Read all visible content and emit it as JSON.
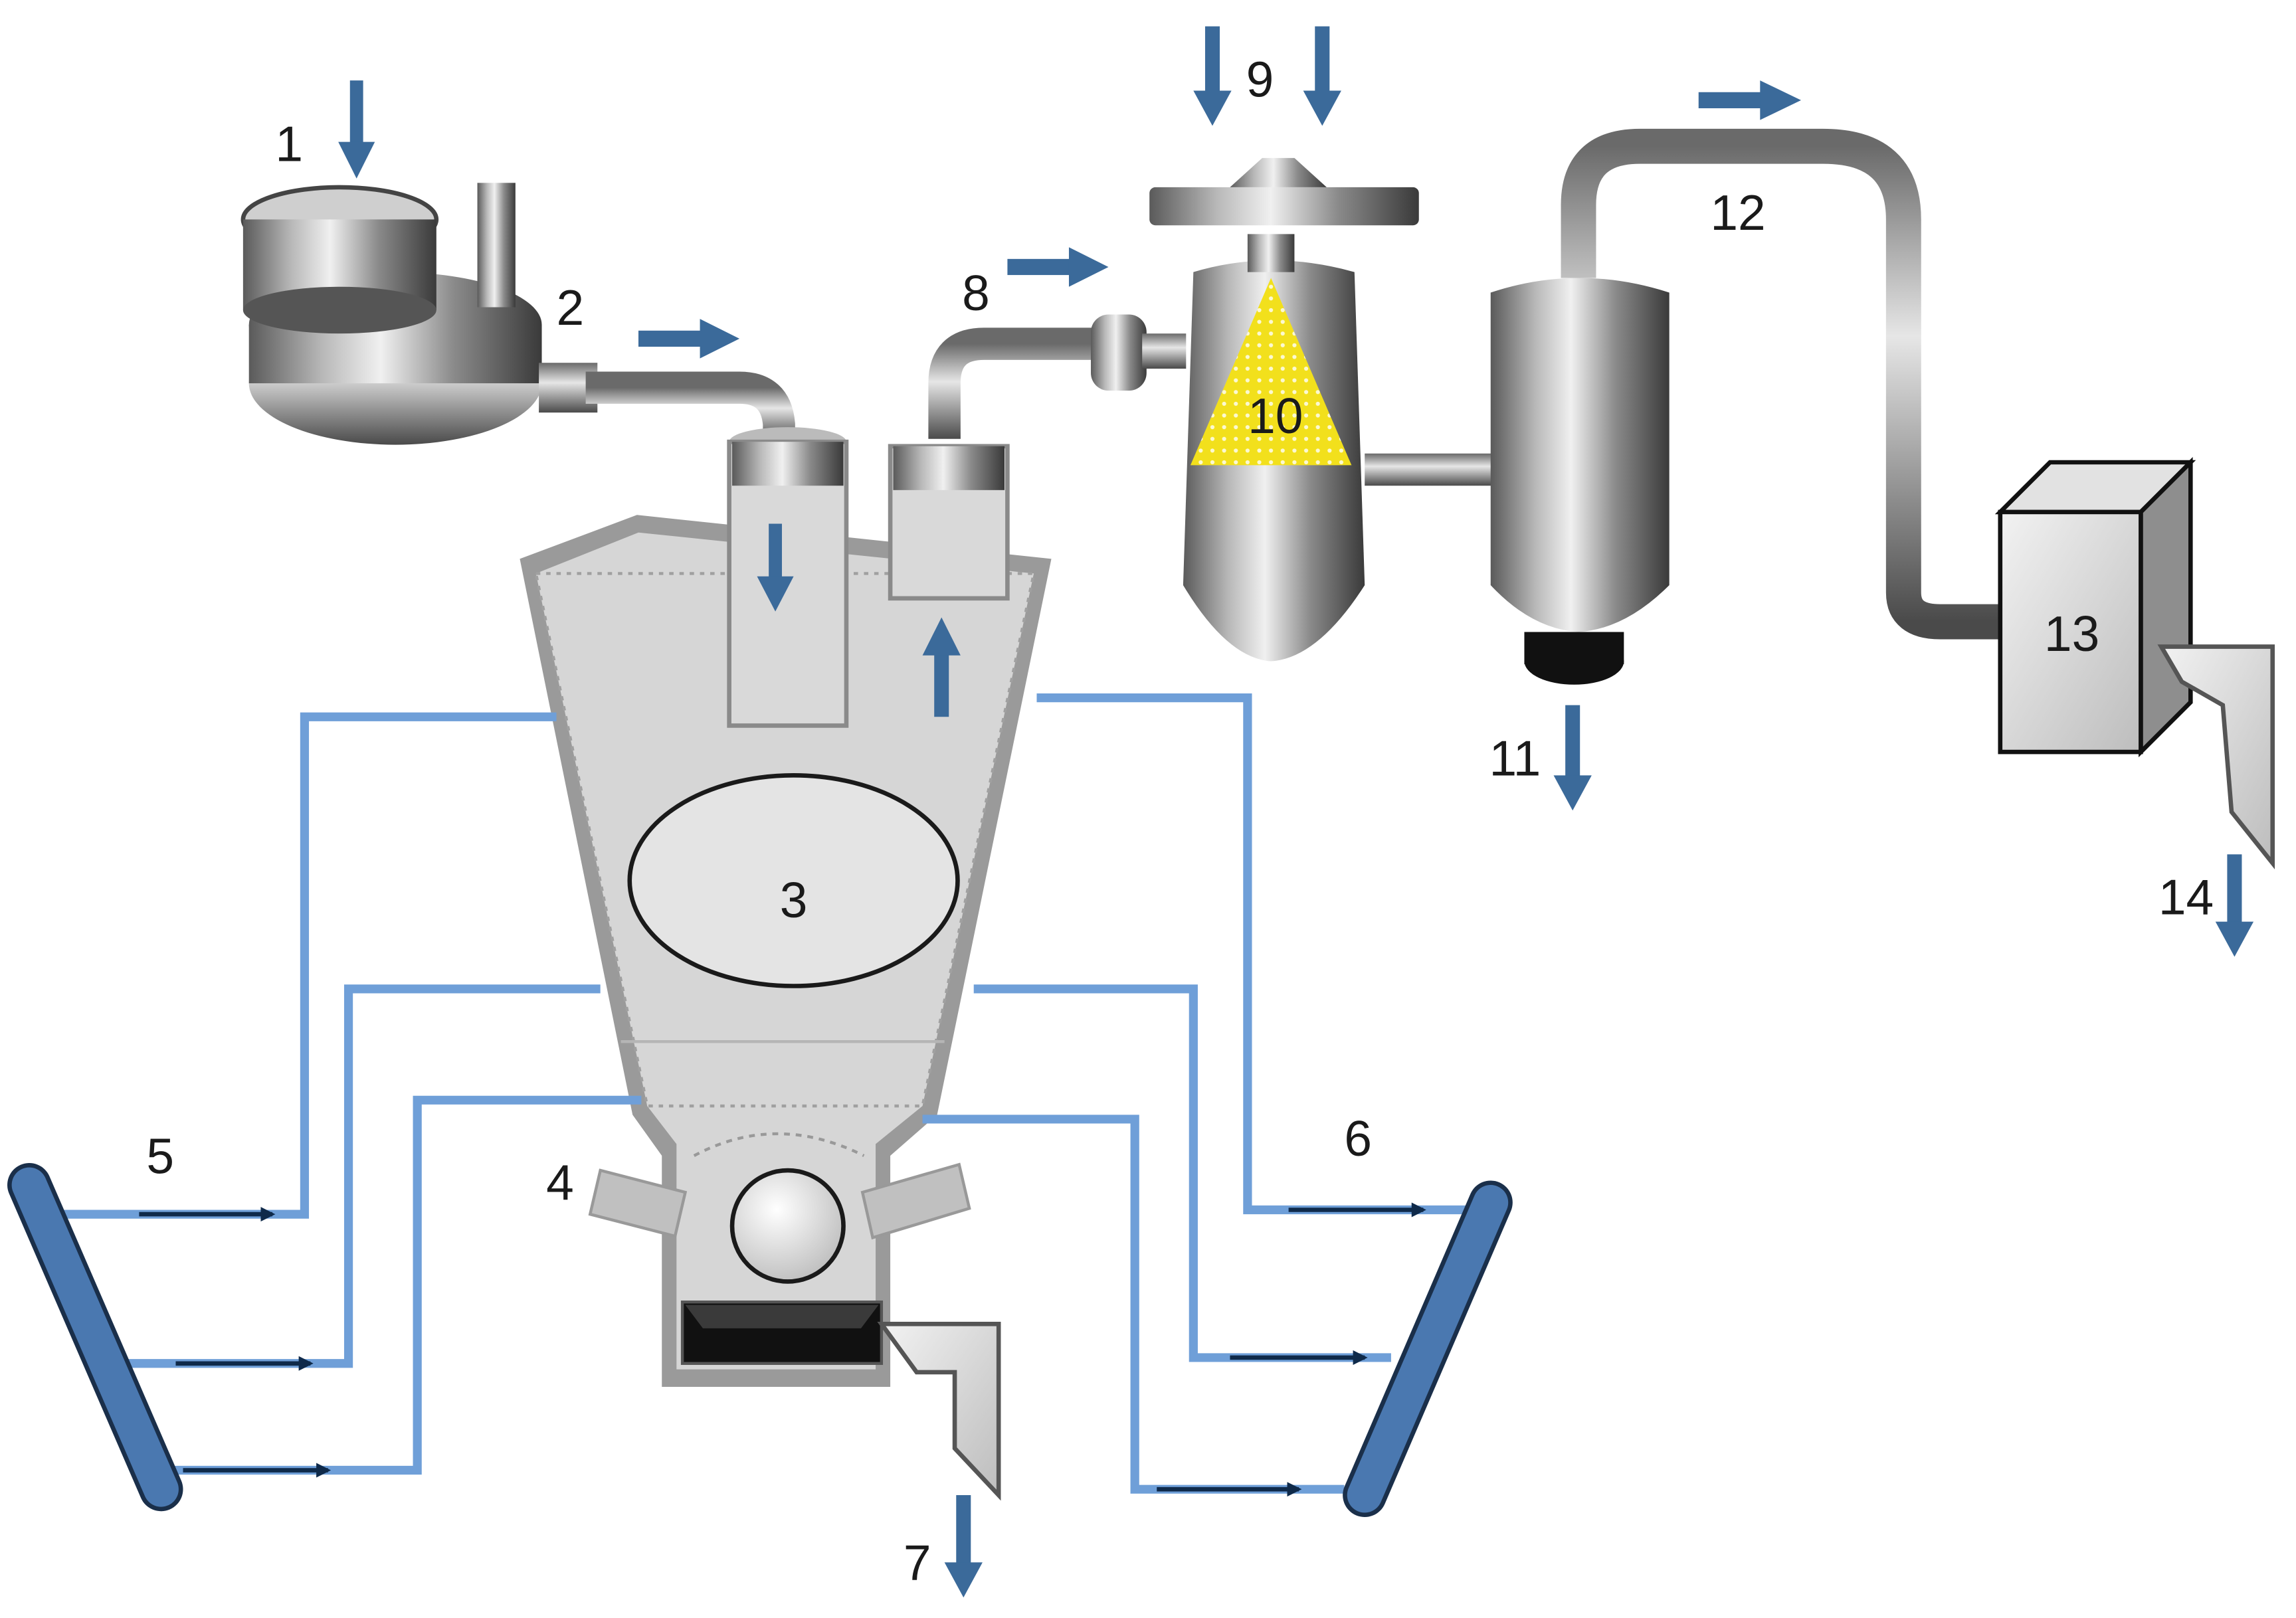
{
  "colors": {
    "arrow": "#3b6a9a",
    "pipe": "#6f9fd8",
    "collector": "#4a78b0",
    "vessel_fill": "#d4d4d4",
    "vessel_border": "#9a9a9a",
    "metal": "#8a8a8a",
    "filter_cone": "#f2e01c",
    "black_part": "#111111"
  },
  "labels": {
    "l1": "1",
    "l2": "2",
    "l3": "3",
    "l4": "4",
    "l5": "5",
    "l6": "6",
    "l7": "7",
    "l8": "8",
    "l9": "9",
    "l10": "10",
    "l11": "11",
    "l12": "12",
    "l13": "13",
    "l14": "14"
  }
}
